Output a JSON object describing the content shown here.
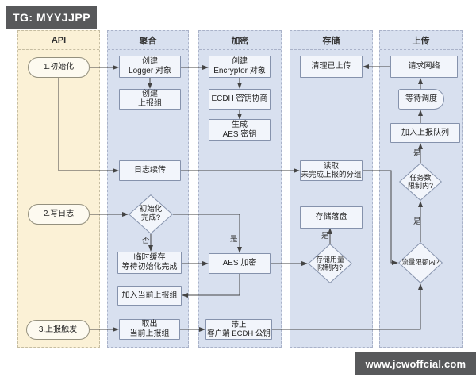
{
  "title_badge": "TG: MYYJJPP",
  "watermark": "www.jcwoffcial.com",
  "lanes": [
    {
      "title": "API"
    },
    {
      "title": "聚合"
    },
    {
      "title": "加密"
    },
    {
      "title": "存储"
    },
    {
      "title": "上传"
    }
  ],
  "nodes": {
    "init": "1.初始化",
    "write_log": "2.写日志",
    "report_trigger": "3.上报触发",
    "create_logger": "创建\nLogger 对象",
    "create_group": "创建\n上报组",
    "log_resume": "日志续传",
    "init_done": "初始化\n完成?",
    "temp_cache": "临时缓存\n等待初始化完成",
    "join_current_group": "加入当前上报组",
    "takeout_group": "取出\n当前上报组",
    "create_encryptor": "创建\nEncryptor 对象",
    "ecdh": "ECDH 密钥协商",
    "gen_aes": "生成\nAES 密钥",
    "aes_encrypt": "AES 加密",
    "bring_pubkey": "带上\n客户端 ECDH 公钥",
    "clean_uploaded": "清理已上传",
    "read_groups": "读取\n未完成上报的分组",
    "store_disk": "存储落盘",
    "storage_limit": "存储用量\n限制内?",
    "request_network": "请求网络",
    "wait_schedule": "等待调度",
    "join_queue": "加入上报队列",
    "task_limit": "任务数\n限制内?",
    "traffic_limit": "流量限额内?"
  },
  "edge_labels": {
    "no": "否",
    "yes": "是"
  },
  "colors": {
    "api_lane_bg": "#FBF1D6",
    "blue_lane_bg": "#D8E0EF",
    "node_fill": "#F2F5FB",
    "node_border": "#8592AC",
    "badge_bg": "#58595B",
    "line": "#444444"
  }
}
